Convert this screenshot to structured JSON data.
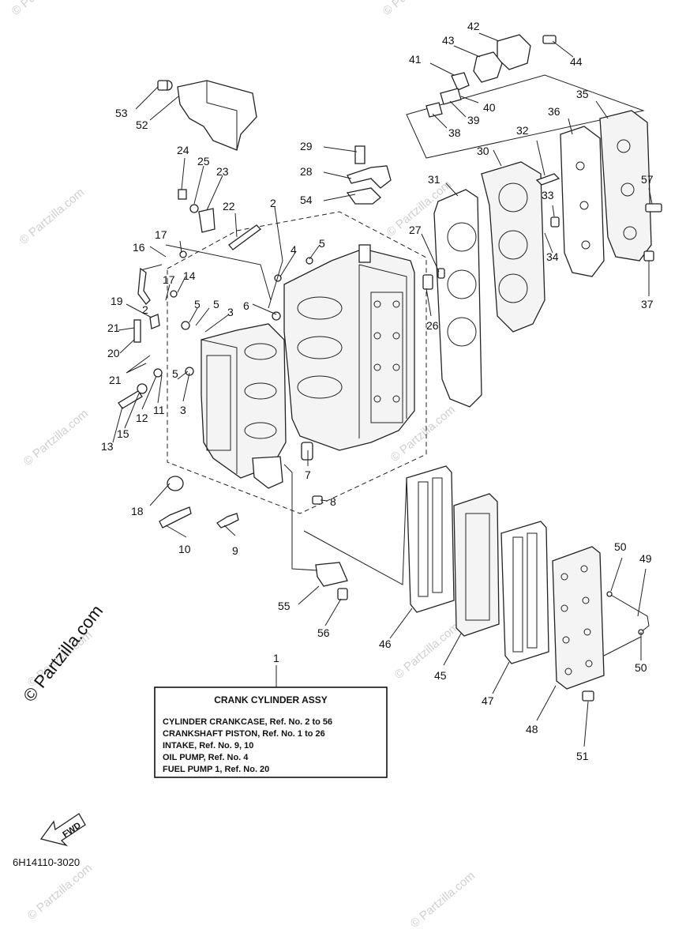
{
  "diagram_code": "6H14110-3020",
  "watermark": {
    "main": "© Partzilla.com",
    "repeat": "© Partzilla.com"
  },
  "assembly_box": {
    "callout": "1",
    "title": "CRANK CYLINDER ASSY",
    "lines": [
      "CYLINDER CRANKCASE,  Ref. No. 2 to 56",
      "CRANKSHAFT PISTON,   Ref. No. 1 to 26",
      "INTAKE,  Ref. No. 9, 10",
      "OIL PUMP,  Ref. No. 4",
      "FUEL PUMP 1, Ref. No. 20"
    ]
  },
  "fwd_label": "FWD",
  "callouts": {
    "c53": "53",
    "c52": "52",
    "c24": "24",
    "c25": "25",
    "c23": "23",
    "c22": "22",
    "c2a": "2",
    "c2b": "2",
    "c17a": "17",
    "c17b": "17",
    "c16": "16",
    "c14": "14",
    "c19": "19",
    "c21a": "21",
    "c21b": "21",
    "c20": "20",
    "c4": "4",
    "c5a": "5",
    "c5b": "5",
    "c5c": "5",
    "c5d": "5",
    "c6": "6",
    "c3a": "3",
    "c3b": "3",
    "c13": "13",
    "c15": "15",
    "c12": "12",
    "c11": "11",
    "c7": "7",
    "c8": "8",
    "c18": "18",
    "c10": "10",
    "c9": "9",
    "c29": "29",
    "c28": "28",
    "c54": "54",
    "c26": "26",
    "c27": "27",
    "c31": "31",
    "c30": "30",
    "c32": "32",
    "c33": "33",
    "c34": "34",
    "c36": "36",
    "c35": "35",
    "c57": "57",
    "c37": "37",
    "c41": "41",
    "c43": "43",
    "c42": "42",
    "c44": "44",
    "c40": "40",
    "c39": "39",
    "c38": "38",
    "c55": "55",
    "c56": "56",
    "c46": "46",
    "c45": "45",
    "c47": "47",
    "c48": "48",
    "c50a": "50",
    "c50b": "50",
    "c49": "49",
    "c51": "51"
  }
}
